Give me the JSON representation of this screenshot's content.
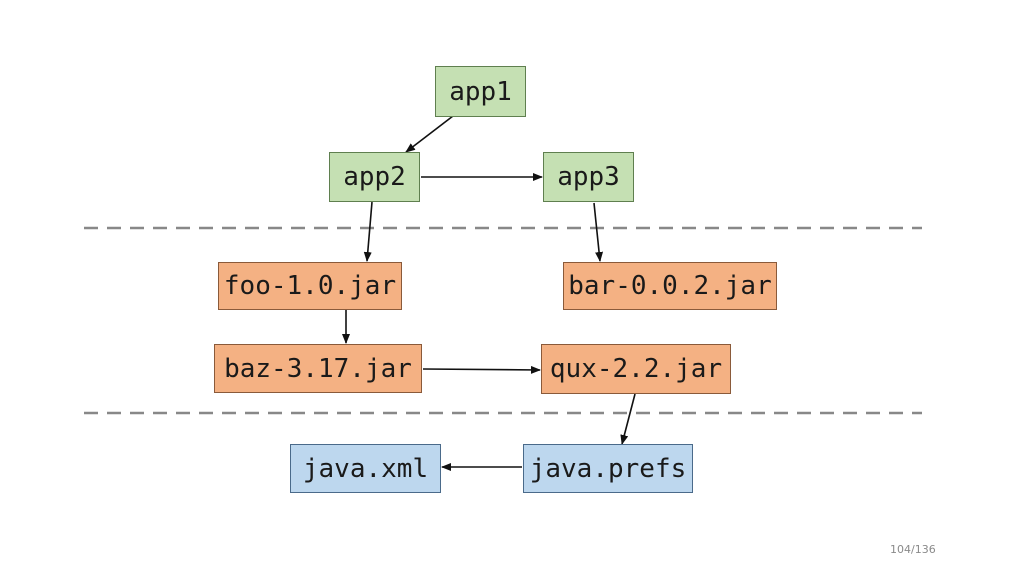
{
  "diagram": {
    "nodes": {
      "app1": "app1",
      "app2": "app2",
      "app3": "app3",
      "foo": "foo-1.0.jar",
      "bar": "bar-0.0.2.jar",
      "baz": "baz-3.17.jar",
      "qux": "qux-2.2.jar",
      "javaxml": "java.xml",
      "javaprefs": "java.prefs"
    },
    "edges": [
      {
        "from": "app1",
        "to": "app2"
      },
      {
        "from": "app2",
        "to": "app3"
      },
      {
        "from": "app2",
        "to": "foo"
      },
      {
        "from": "app3",
        "to": "bar"
      },
      {
        "from": "foo",
        "to": "baz"
      },
      {
        "from": "baz",
        "to": "qux"
      },
      {
        "from": "qux",
        "to": "javaprefs"
      },
      {
        "from": "javaprefs",
        "to": "javaxml"
      }
    ],
    "colors": {
      "application": "#c5e0b3",
      "library": "#f4b183",
      "jdk_module": "#bdd7ee",
      "separator": "#888888"
    }
  },
  "footer": {
    "page_number": "104/136"
  }
}
